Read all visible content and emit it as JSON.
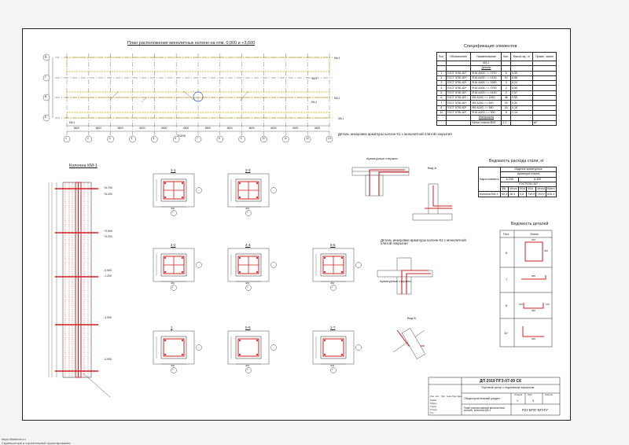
{
  "drawing": {
    "plan_title": "План расположения монолитных колонн на отм. 0,000 и +3,600",
    "column_title": "Колонна КМ-1",
    "detail_k1_title": "Деталь анкеровки арматуры колонн К1 с монолитной плитой покрытия",
    "detail_k2_title": "Деталь анкеровки арматуры колонн К2 с монолитной плитой покрытия",
    "view_a": "Вид А",
    "view_b": "Вид Б",
    "rebar_label": "Арматурные стержни",
    "axis_rows": [
      "Д",
      "Г",
      "В",
      "Б"
    ],
    "axis_cols": [
      "1",
      "2",
      "3",
      "4",
      "5",
      "6",
      "7",
      "8",
      "9",
      "10",
      "11",
      "12",
      "13"
    ],
    "span_dims": [
      "6600",
      "6600",
      "6600",
      "6600",
      "6600",
      "6600",
      "6600",
      "6600",
      "6600",
      "6600",
      "6600",
      "6600"
    ],
    "overall_dim": "79200",
    "km_tags": [
      "КМ-1",
      "КМ-1",
      "КМ-1",
      "КМ-1",
      "КМ-1",
      "КМ-1"
    ],
    "elevations": [
      "+6.700",
      "+6.200",
      "+3.600",
      "+3.200",
      "-0.900",
      "-1.200",
      "-3.900",
      "-4.900"
    ],
    "sections": [
      "1-1",
      "3-3",
      "2-2",
      "4-4",
      "6-6",
      "1",
      "5-5",
      "1-7"
    ],
    "section_dims": [
      "400",
      "400",
      "300",
      "360",
      "350",
      "380",
      "100"
    ],
    "marker_7": "7"
  },
  "spec_table": {
    "title": "Спецификация элементов",
    "headers": [
      "Поз.",
      "Обозначение",
      "Наименование",
      "Кол.",
      "Масса ед., кг",
      "Приме- чание"
    ],
    "group_title": "КМ-1",
    "sub_title": "Детали",
    "rows": [
      [
        "1",
        "ГОСТ 5781-82*",
        "Ф16 А400, l = 3700",
        "6",
        "5,55",
        ""
      ],
      [
        "2",
        "ГОСТ 5781-82*",
        "Ф16 А400, l = 4150",
        "10",
        "6,56",
        ""
      ],
      [
        "3",
        "ГОСТ 5781-82*",
        "Ф16 А400, l = 3950",
        "4",
        "6,24",
        ""
      ],
      [
        "4",
        "ГОСТ 5781-82*",
        "Ф16 А400, l = 3700",
        "2",
        "5,55",
        ""
      ],
      [
        "5",
        "ГОСТ 5781-82*",
        "Ф16 А400, l = 4150",
        "2",
        "2,57",
        ""
      ],
      [
        "6",
        "ГОСТ 5781-82*",
        "Ф8 А240, l = 1540",
        "46",
        "0,55",
        ""
      ],
      [
        "7",
        "ГОСТ 5781-82*",
        "Ф8 А240, l = 520",
        "32",
        "0,32",
        ""
      ],
      [
        "8",
        "ГОСТ 5781-82*",
        "Ф8 А240, l = 580",
        "18",
        "0,16",
        ""
      ],
      [
        "10",
        "ГОСТ 5781-82*",
        "Ф16 А400, l = 900",
        "8",
        "1,14",
        ""
      ]
    ],
    "materials_title": "Материалы",
    "materials_row": [
      "",
      "",
      "Бетон класса В25",
      "2,2",
      "",
      "м³"
    ]
  },
  "steel_table": {
    "title": "Ведомость расхода стали, кг",
    "row1": [
      "Изделия арматурные"
    ],
    "row2": [
      "Арматура класса"
    ],
    "row3": [
      "А 240",
      "А 400"
    ],
    "row4": [
      "ГОСТ5781-82*"
    ],
    "row5": [
      "Ф8",
      "Итого",
      "Ф16",
      "Ф16",
      "Итого",
      "Всего"
    ],
    "label": "Марка элемента",
    "data_row": [
      "Колонна КМ-1",
      "60,4",
      "60,4",
      "9,8",
      "749,9",
      "749,9",
      "810,3"
    ]
  },
  "bars_table": {
    "title": "Ведомость деталей",
    "headers": [
      "Поз.",
      "Эскиз"
    ],
    "positions": [
      "6",
      "7",
      "8",
      "10"
    ],
    "dims": [
      "300",
      "300",
      "280",
      "280",
      "100",
      "100",
      "280"
    ]
  },
  "title_block": {
    "code": "ДП 2019 ПГЗ-07-09 СК",
    "project": "Торговый центр с подземным паркингом",
    "section": "Общестроительный раздел",
    "sheet_name": "План расположения монолитных колонн, колонна КМ-1",
    "stage_label": "Стадия",
    "sheet_label": "Лист",
    "sheets_label": "Листов",
    "stage": "У",
    "sheet": "3",
    "org": "ГОУ ВПО 'ВГАТУ'",
    "roles": [
      "Изм.",
      "Кол.",
      "Лист",
      "№док",
      "Подп.",
      "Дата"
    ],
    "people": [
      "Разраб.",
      "Провер.",
      "Т.контр.",
      "Н.контр.",
      "Утв."
    ]
  },
  "footer": {
    "line1": "https://tizbeton.ru",
    "line2": "Скриншотный и строительный проектирования"
  }
}
